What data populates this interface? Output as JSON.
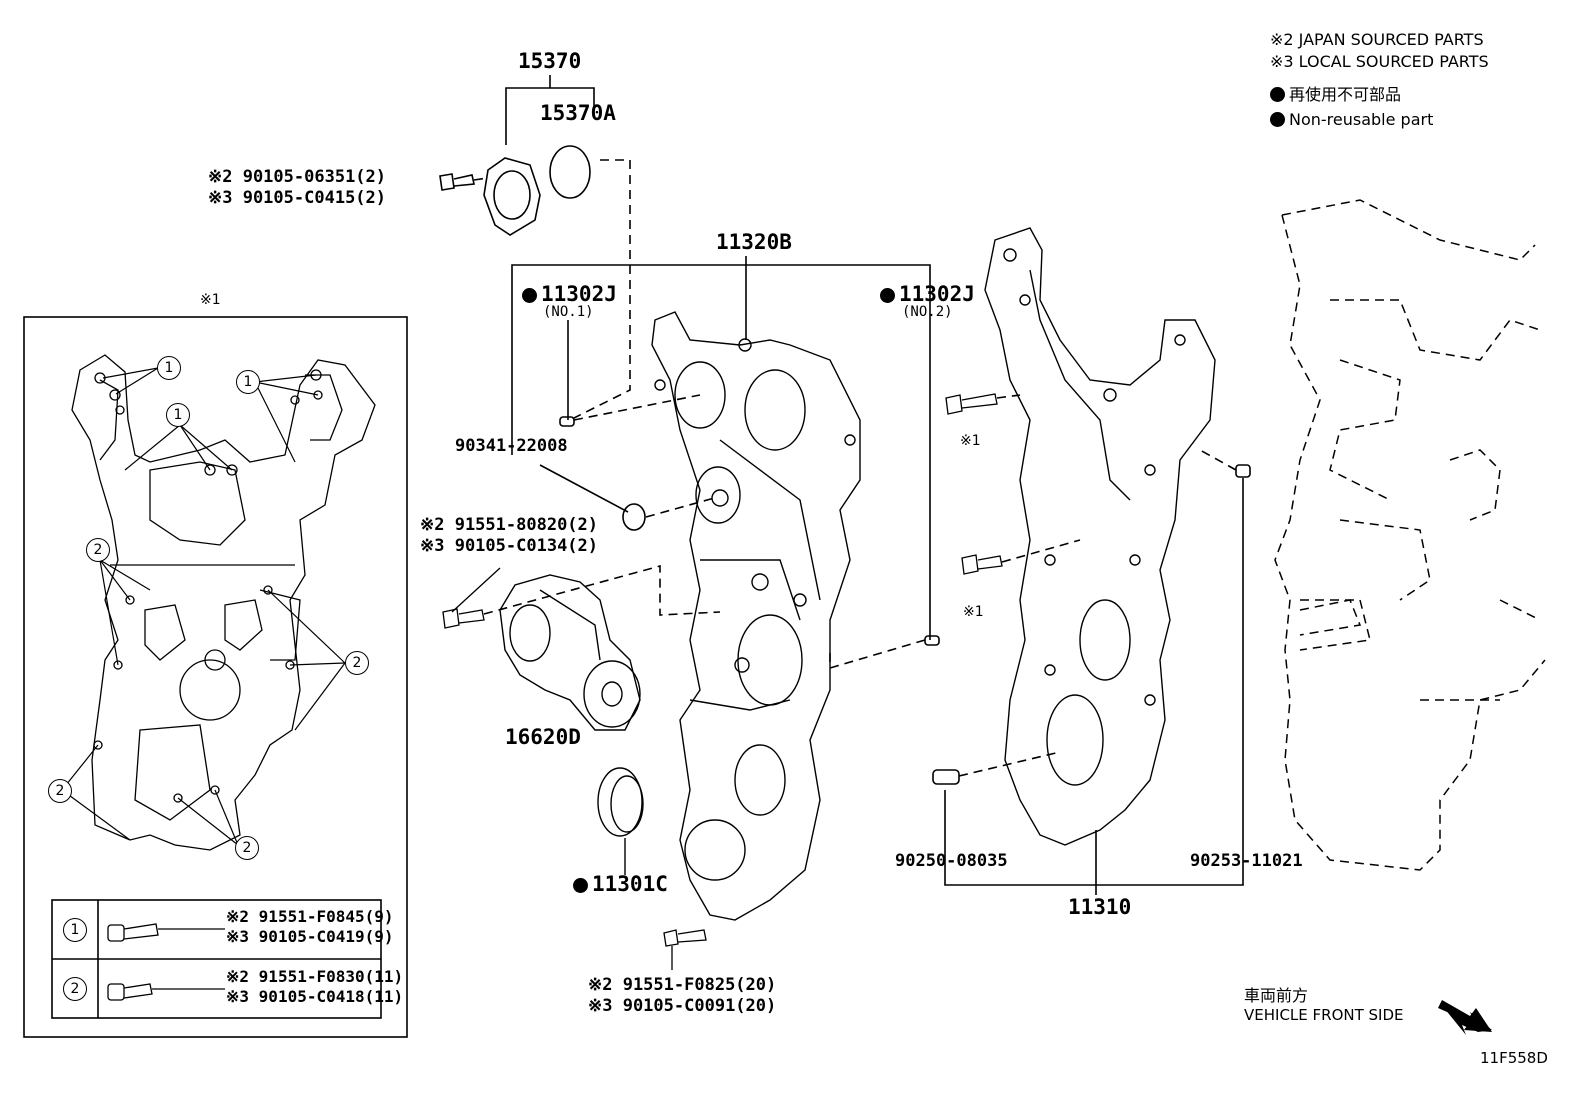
{
  "legend": {
    "japan": "※2 JAPAN SOURCED PARTS",
    "local": "※3 LOCAL SOURCED PARTS",
    "nonreuse_jp": "再使用不可部品",
    "nonreuse_en": "Non-reusable part"
  },
  "inset": {
    "title": "※1",
    "callout_1": "1",
    "callout_2": "2",
    "table": [
      {
        "callout": "1",
        "jp": "※2 91551-F0845(9)",
        "local": "※3 90105-C0419(9)"
      },
      {
        "callout": "2",
        "jp": "※2 91551-F0830(11)",
        "local": "※3 90105-C0418(11)"
      }
    ]
  },
  "parts": {
    "p15370": "15370",
    "p15370A": "15370A",
    "bolt_top_jp": "※2 90105-06351(2)",
    "bolt_top_local": "※3 90105-C0415(2)",
    "p11320B": "11320B",
    "p11302J_1": "11302J",
    "p11302J_1_sub": "(NO.1)",
    "p11302J_2": "11302J",
    "p11302J_2_sub": "(NO.2)",
    "p90341": "90341-22008",
    "bolt_mid_jp": "※2 91551-80820(2)",
    "bolt_mid_local": "※3 90105-C0134(2)",
    "p16620D": "16620D",
    "p11301C": "11301C",
    "bolt_bot_jp": "※2  91551-F0825(20)",
    "bolt_bot_local": "※3  90105-C0091(20)",
    "note_x1_a": "※1",
    "note_x1_b": "※1",
    "p90250": "90250-08035",
    "p90253": "90253-11021",
    "p11310": "11310"
  },
  "footer": {
    "front_jp": "車両前方",
    "front_en": "VEHICLE FRONT SIDE",
    "code": "11F558D"
  }
}
